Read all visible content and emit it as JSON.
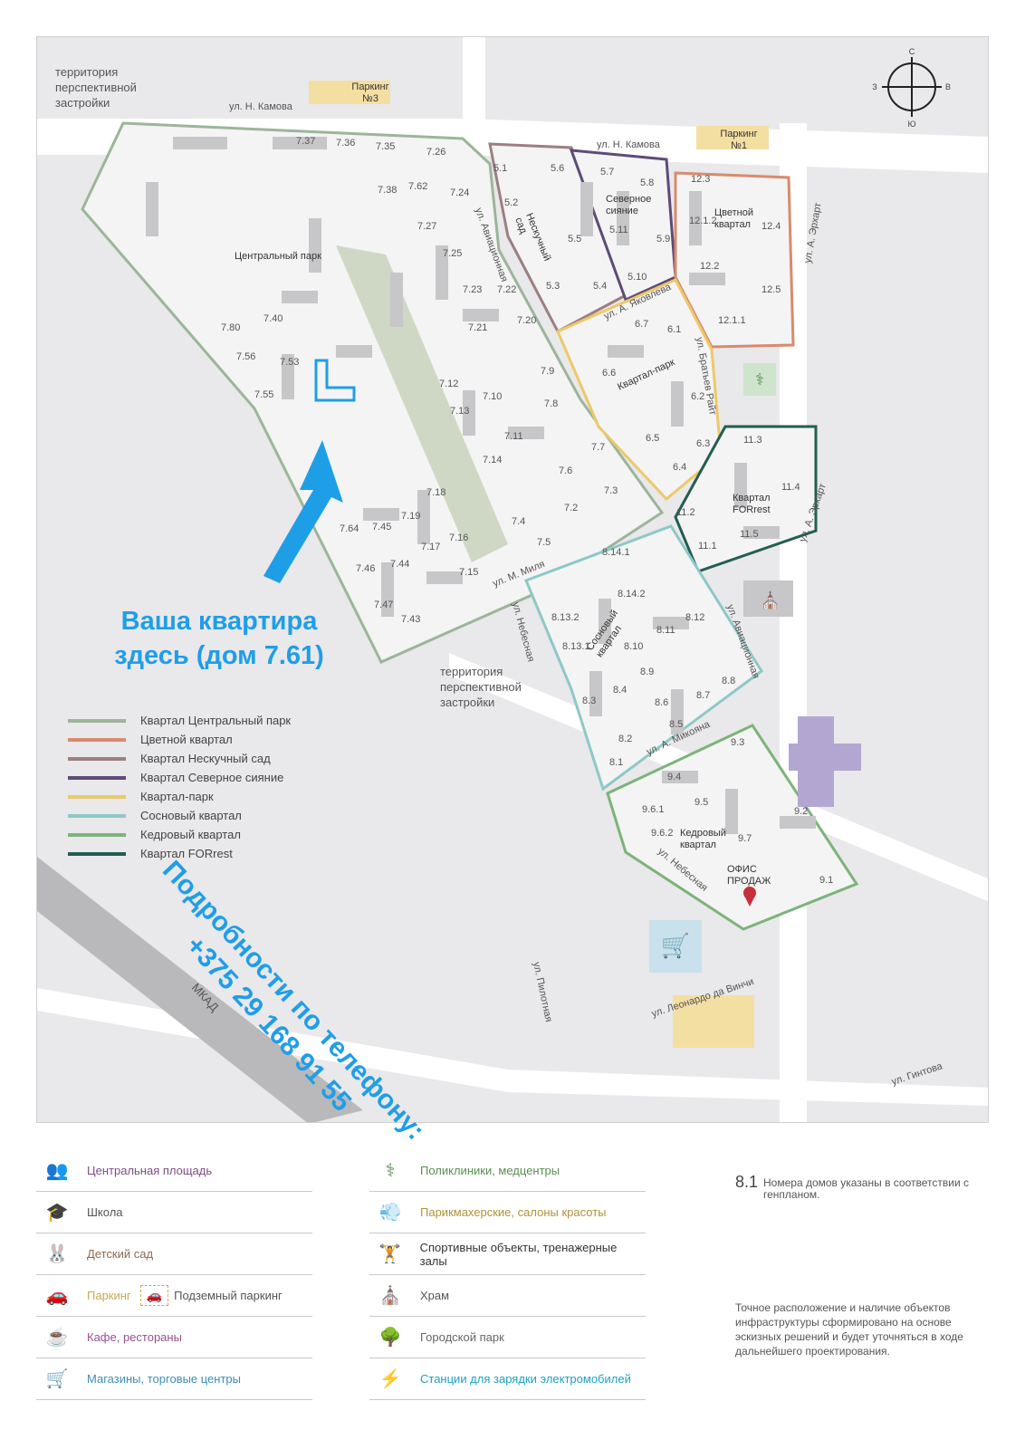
{
  "map": {
    "areas": {
      "territory_top": "территория перспективной застройки",
      "territory_mid": "территория перспективной застройки",
      "central_park": "Центральный парк",
      "mkad": "МКАД"
    },
    "compass": {
      "n": "С",
      "s": "Ю",
      "w": "З",
      "e": "В"
    },
    "parkings": {
      "p3": "Паркинг №3",
      "p1": "Паркинг №1"
    },
    "streets": {
      "kamova_1": "ул. Н. Камова",
      "kamova_2": "ул. Н. Камова",
      "aviacionnaya_1": "ул. Авиационная",
      "aviacionnaya_2": "ул. Авиационная",
      "yakovleva": "ул. А. Яковлева",
      "bratyev_rait": "ул. Братьев Райт",
      "erhart_1": "ул. А. Эрхарт",
      "erhart_2": "ул. А. Эрхарт",
      "milya": "ул. М. Миля",
      "nebesnaya_1": "ул. Небесная",
      "nebesnaya_2": "ул. Небесная",
      "mikoyana": "ул. А. Микояна",
      "pilotnaya": "ул. Пилотная",
      "leonardo": "ул. Леонардо да Винчи",
      "gintova": "ул. Гинтова"
    },
    "quarters": {
      "neskuchny": "Нескучный сад",
      "severnoe": "Северное сияние",
      "cvetnoy": "Цветной квартал",
      "park": "Квартал-парк",
      "forrest": "Квартал FORrest",
      "sosnovy": "Сосновый квартал",
      "kedrovy": "Кедровый квартал"
    },
    "sales_office": "ОФИС ПРОДАЖ",
    "houses": [
      "7.37",
      "7.36",
      "7.35",
      "7.26",
      "7.38",
      "7.62",
      "7.24",
      "7.27",
      "7.25",
      "7.23",
      "7.22",
      "7.21",
      "7.20",
      "7.40",
      "7.80",
      "7.56",
      "7.53",
      "7.55",
      "7.12",
      "7.10",
      "7.13",
      "7.9",
      "7.8",
      "7.11",
      "7.7",
      "7.14",
      "7.6",
      "7.18",
      "7.3",
      "7.19",
      "7.64",
      "7.45",
      "7.16",
      "7.17",
      "7.4",
      "7.5",
      "7.2",
      "7.46",
      "7.44",
      "7.15",
      "7.47",
      "7.43",
      "5.1",
      "5.2",
      "5.6",
      "5.7",
      "5.8",
      "5.11",
      "5.5",
      "5.9",
      "5.3",
      "5.4",
      "5.10",
      "12.3",
      "12.1.2",
      "12.4",
      "12.2",
      "12.5",
      "12.1.1",
      "6.7",
      "6.1",
      "6.6",
      "6.2",
      "6.5",
      "6.3",
      "6.4",
      "11.3",
      "11.4",
      "11.2",
      "11.5",
      "11.1",
      "8.14.1",
      "8.14.2",
      "8.13.2",
      "8.13.1",
      "8.12",
      "8.11",
      "8.10",
      "8.9",
      "8.4",
      "8.3",
      "8.6",
      "8.7",
      "8.8",
      "8.5",
      "8.2",
      "8.1",
      "9.3",
      "9.4",
      "9.5",
      "9.6.1",
      "9.6.2",
      "9.7",
      "9.2",
      "9.1"
    ]
  },
  "callout": {
    "line1": "Ваша квартира",
    "line2": "здесь (дом 7.61)"
  },
  "phone": {
    "line1": "Подробности по телефону:",
    "line2": "+375 29 168 91 55"
  },
  "quarter_legend": [
    {
      "label": "Квартал Центральный парк",
      "color": "#9cb59a"
    },
    {
      "label": "Цветной квартал",
      "color": "#d98a6e"
    },
    {
      "label": "Квартал Нескучный сад",
      "color": "#9c7f82"
    },
    {
      "label": "Квартал Северное сияние",
      "color": "#5e4b77"
    },
    {
      "label": "Квартал-парк",
      "color": "#ecc96a"
    },
    {
      "label": "Сосновый квартал",
      "color": "#8ec8c8"
    },
    {
      "label": "Кедровый квартал",
      "color": "#7db37a"
    },
    {
      "label": "Квартал FORrest",
      "color": "#235d52"
    }
  ],
  "infra_legend": {
    "left": [
      {
        "icon": "people-icon",
        "label": "Центральная площадь",
        "color": "#7f4d88"
      },
      {
        "icon": "school-icon",
        "label": "Школа",
        "color": "#555555"
      },
      {
        "icon": "bunny-icon",
        "label": "Детский сад",
        "color": "#8a6a52"
      },
      {
        "icon": "car-icon",
        "label": "Паркинг",
        "color": "#c8a955",
        "extra": "Подземный паркинг"
      },
      {
        "icon": "cup-icon",
        "label": "Кафе, рестораны",
        "color": "#9b4f8f"
      },
      {
        "icon": "cart-icon",
        "label": "Магазины, торговые центры",
        "color": "#3b8fb8"
      }
    ],
    "right": [
      {
        "icon": "stethoscope-icon",
        "label": "Поликлиники, медцентры",
        "color": "#5a8f52"
      },
      {
        "icon": "hairdryer-icon",
        "label": "Парикмахерские, салоны красоты",
        "color": "#b09338"
      },
      {
        "icon": "dumbbell-icon",
        "label": "Спортивные объекты, тренажерные залы",
        "color": "#333333"
      },
      {
        "icon": "church-icon",
        "label": "Храм",
        "color": "#555555"
      },
      {
        "icon": "tree-icon",
        "label": "Городской парк",
        "color": "#666666"
      },
      {
        "icon": "bolt-icon",
        "label": "Станции для зарядки электромобилей",
        "color": "#1da0c8"
      }
    ]
  },
  "note": {
    "num": "8.1",
    "text": "Номера домов указаны в соответствии с генпланом."
  },
  "disclaimer": "Точное расположение и наличие объектов инфраструктуры сформировано на основе эскизных решений и будет уточняться в ходе дальнейшего проектирования."
}
